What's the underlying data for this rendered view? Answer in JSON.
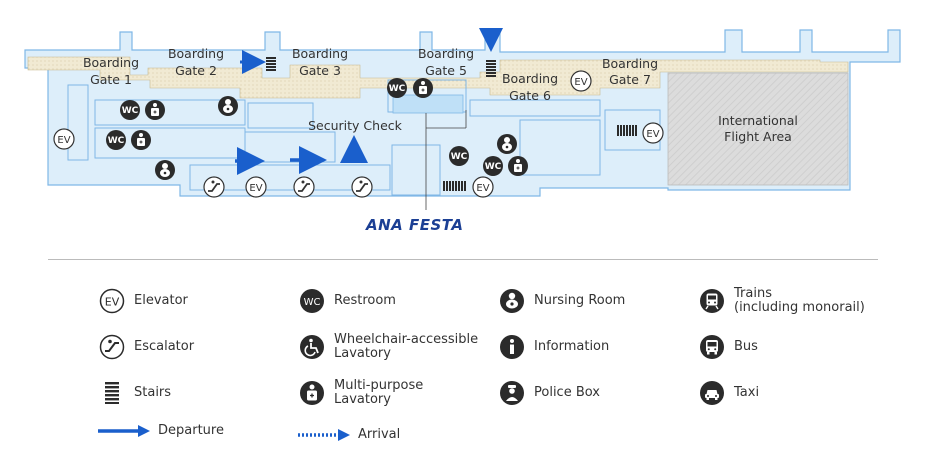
{
  "map": {
    "gates": [
      {
        "line1": "Boarding",
        "line2": "Gate 1"
      },
      {
        "line1": "Boarding",
        "line2": "Gate 2"
      },
      {
        "line1": "Boarding",
        "line2": "Gate 3"
      },
      {
        "line1": "Boarding",
        "line2": "Gate 5"
      },
      {
        "line1": "Boarding",
        "line2": "Gate 6"
      },
      {
        "line1": "Boarding",
        "line2": "Gate 7"
      }
    ],
    "security_check": "Security Check",
    "international_area": {
      "line1": "International",
      "line2": "Flight Area"
    },
    "brand": "ANA FESTA",
    "ev_label": "EV",
    "wc_label": "WC"
  },
  "legend": {
    "elevator": "Elevator",
    "restroom": "Restroom",
    "nursing_room": "Nursing Room",
    "trains": "Trains\n (including monorail)",
    "escalator": "Escalator",
    "wheelchair_lavatory": "Wheelchair-accessible\nLavatory",
    "information": "Information",
    "bus": "Bus",
    "stairs": "Stairs",
    "multipurpose_lavatory": "Multi-purpose\nLavatory",
    "police_box": "Police Box",
    "taxi": "Taxi",
    "departure": "Departure",
    "arrival": "Arrival"
  },
  "colors": {
    "floor": "#ddeefa",
    "outline": "#7fb7e6",
    "corridor": "#f3ecd6",
    "international": "#dcdcdc",
    "icon": "#2b2b2b",
    "arrow": "#1a5fcc",
    "brand": "#1b3f94"
  },
  "icons": [
    "elevator-icon",
    "restroom-icon",
    "nursing-room-icon",
    "escalator-icon",
    "stairs-icon",
    "multipurpose-lavatory-icon",
    "departure-arrow",
    "arrival-arrow"
  ]
}
